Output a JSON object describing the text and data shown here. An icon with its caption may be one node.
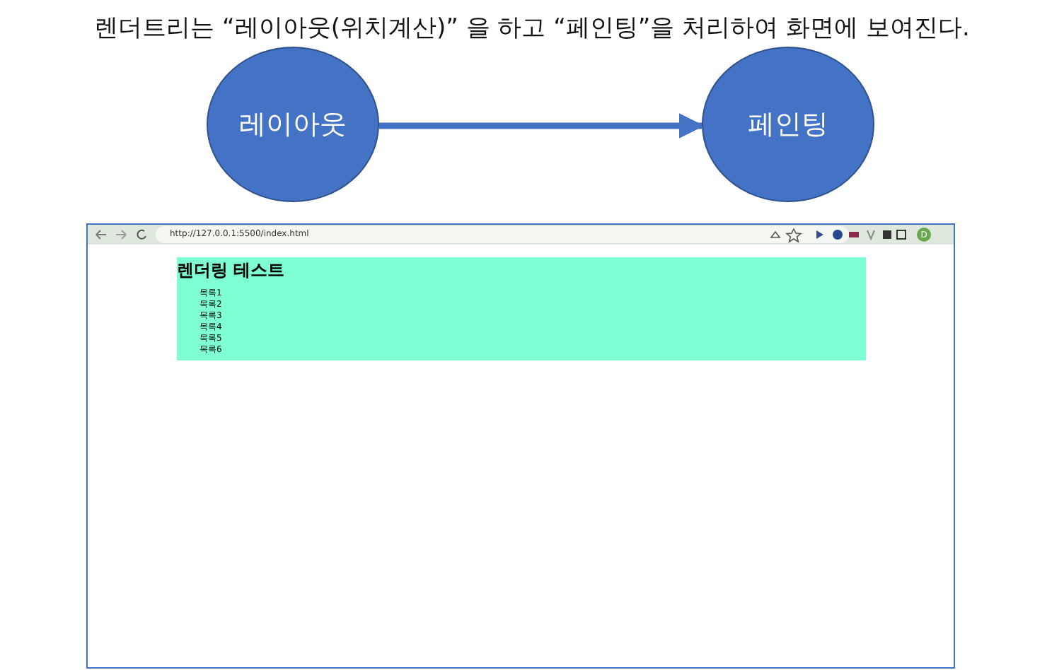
{
  "diagram": {
    "title": "렌더트리는 “레이아웃(위치계산)” 을 하고 “페인팅”을 처리하여 화면에 보여진다.",
    "nodes": [
      {
        "text": [
          "레이아웃"
        ]
      },
      {
        "text": [
          "페인팅"
        ]
      }
    ],
    "edges": [
      {
        "from": 0,
        "to": 1,
        "arrow": "to"
      }
    ],
    "labels": [
      "http://127.0.0.1:5500/index.html",
      "D",
      "렌더링 테스트",
      "목록1",
      "목록2",
      "목록3",
      "목록4",
      "목록5",
      "목록6"
    ]
  }
}
